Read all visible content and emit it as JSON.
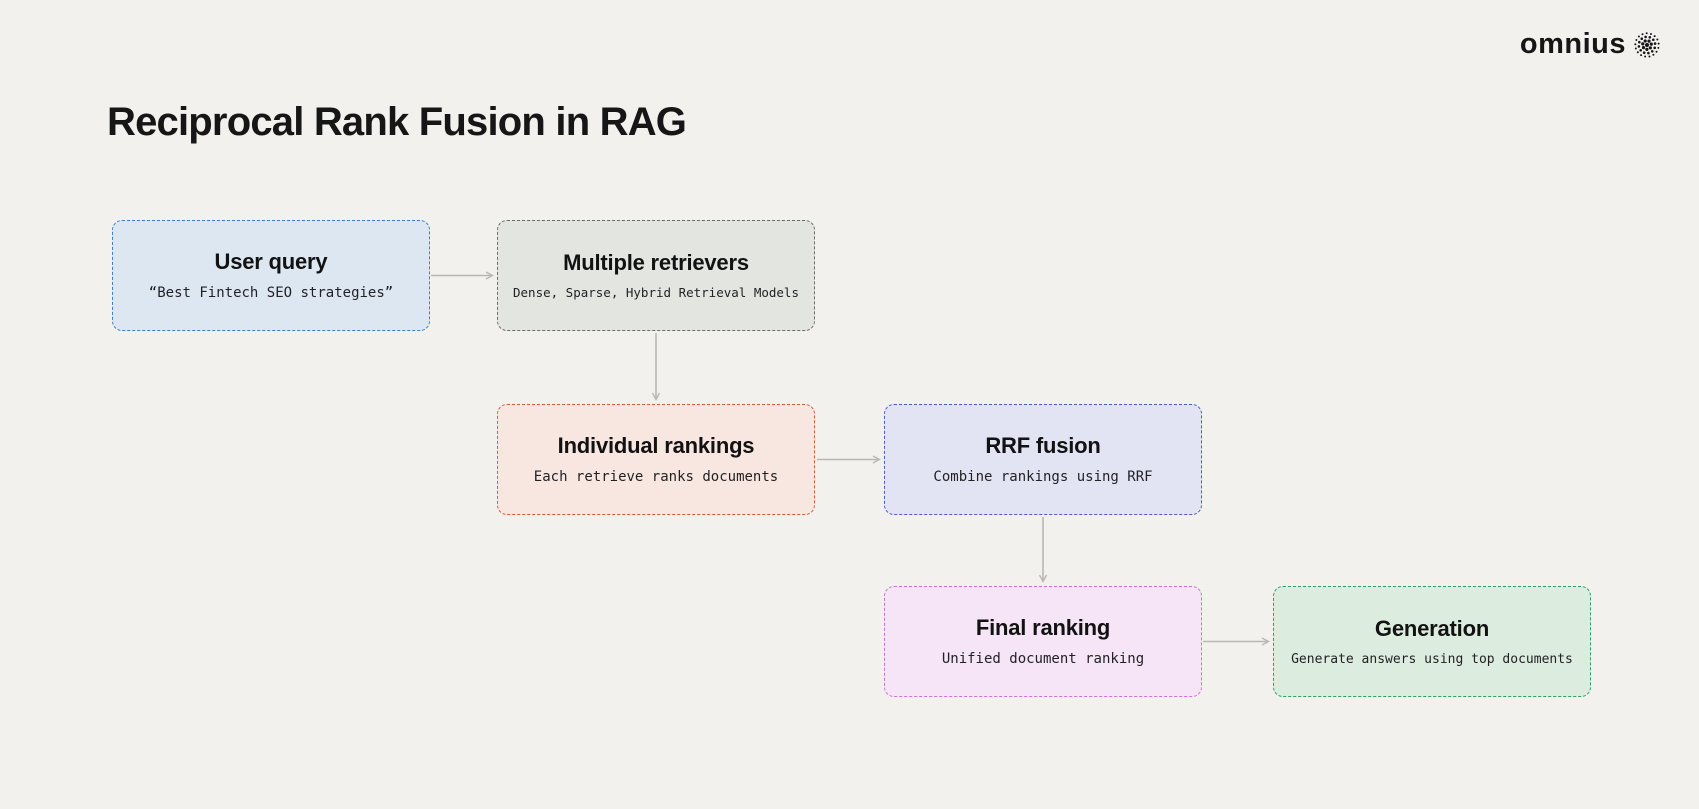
{
  "page": {
    "background": "#f2f1ee",
    "title": "Reciprocal Rank Fusion in RAG",
    "logo": {
      "text": "omnius",
      "icon": "dotted-globe",
      "color": "#161616"
    }
  },
  "diagram": {
    "arrow_color": "#b8b8b5",
    "nodes": [
      {
        "id": "user-query",
        "title": "User query",
        "subtitle": "“Best Fintech SEO strategies”",
        "fill": "#dde7f2",
        "border": "#3b7ed2"
      },
      {
        "id": "multiple-retrievers",
        "title": "Multiple retrievers",
        "subtitle": "Dense, Sparse, Hybrid Retrieval Models",
        "fill": "#e3e5e0",
        "border": "#696d64"
      },
      {
        "id": "individual-rankings",
        "title": "Individual rankings",
        "subtitle": "Each retrieve ranks documents",
        "fill": "#f8e7e0",
        "border": "#d15b3f"
      },
      {
        "id": "rrf-fusion",
        "title": "RRF fusion",
        "subtitle": "Combine rankings using RRF",
        "fill": "#e2e4f3",
        "border": "#4c5bc8"
      },
      {
        "id": "final-ranking",
        "title": "Final ranking",
        "subtitle": "Unified document ranking",
        "fill": "#f6e4f7",
        "border": "#d06fd8"
      },
      {
        "id": "generation",
        "title": "Generation",
        "subtitle": "Generate answers using top documents",
        "fill": "#dcecdf",
        "border": "#2ba061"
      }
    ],
    "edges": [
      {
        "from": "user-query",
        "to": "multiple-retrievers",
        "direction": "right"
      },
      {
        "from": "multiple-retrievers",
        "to": "individual-rankings",
        "direction": "down"
      },
      {
        "from": "individual-rankings",
        "to": "rrf-fusion",
        "direction": "right"
      },
      {
        "from": "rrf-fusion",
        "to": "final-ranking",
        "direction": "down"
      },
      {
        "from": "final-ranking",
        "to": "generation",
        "direction": "right"
      }
    ]
  }
}
